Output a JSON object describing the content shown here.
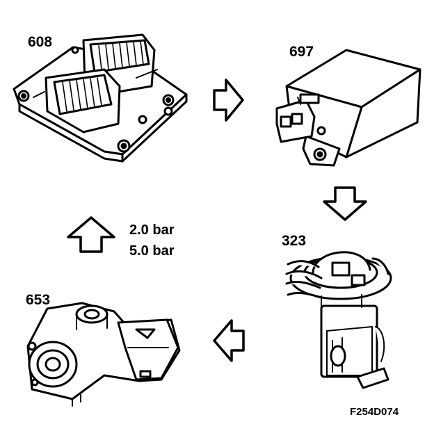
{
  "components": [
    {
      "id": "608",
      "icon": "control-module-icon"
    },
    {
      "id": "697",
      "icon": "relay-box-icon"
    },
    {
      "id": "323",
      "icon": "fuel-pump-icon"
    },
    {
      "id": "653",
      "icon": "pressure-sensor-icon"
    }
  ],
  "pressure": [
    "2.0 bar",
    "5.0 bar"
  ],
  "figure_id": "F254D074",
  "colors": {
    "line": "#000000",
    "background": "#ffffff"
  }
}
